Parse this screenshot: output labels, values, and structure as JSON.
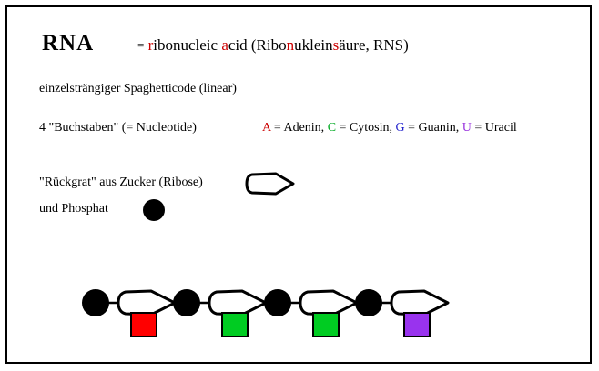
{
  "document": {
    "heading": {
      "title": "RNA",
      "equals": "=",
      "expansion_parts": [
        {
          "text": "r",
          "highlight": true
        },
        {
          "text": "ibonucleic ",
          "highlight": false
        },
        {
          "text": "a",
          "highlight": true
        },
        {
          "text": "cid (Ribo",
          "highlight": false
        },
        {
          "text": "n",
          "highlight": true
        },
        {
          "text": "uklein",
          "highlight": false
        },
        {
          "text": "s",
          "highlight": true
        },
        {
          "text": "äure, RNS)",
          "highlight": false
        }
      ],
      "expansion_plain": "= ribonucleic acid (Ribonukleinsäure, RNS)",
      "highlight_color": "#cc0000"
    },
    "lines": {
      "strand_type": "einzelsträngiger Spaghetticode (linear)",
      "letters_label": "4 \"Buchstaben\" (= Nucleotide)",
      "backbone_label": "\"Rückgrat\" aus Zucker (Ribose)",
      "phosphate_label": "und Phosphat"
    },
    "bases": [
      {
        "letter": "A",
        "name": "Adenin",
        "color": "#cc0000",
        "separator": ", "
      },
      {
        "letter": "C",
        "name": "Cytosin",
        "color": "#00aa22",
        "separator": ", "
      },
      {
        "letter": "G",
        "name": "Guanin",
        "color": "#2222cc",
        "separator": ", "
      },
      {
        "letter": "U",
        "name": "Uracil",
        "color": "#9933dd",
        "separator": ""
      }
    ],
    "bases_line_plain": "A = Adenin, C = Cytosin, G = Guanin, U = Uracil",
    "legend": {
      "ribose_shape": "pentagon-ribose-glyph",
      "phosphate_shape": "filled-circle-glyph"
    },
    "strand_diagram": {
      "caption": "RNA backbone: alternating phosphate circles and ribose pentagons with attached bases",
      "unit_count": 4,
      "phosphate_count": 4,
      "units": [
        {
          "index": 1,
          "base_letter": "A",
          "base_color": "#ff0000"
        },
        {
          "index": 2,
          "base_letter": "C",
          "base_color": "#00cc22"
        },
        {
          "index": 3,
          "base_letter": "C",
          "base_color": "#00cc22"
        },
        {
          "index": 4,
          "base_letter": "U",
          "base_color": "#9933ee"
        }
      ]
    },
    "colors": {
      "background": "#ffffff",
      "border": "#000000",
      "text": "#000000",
      "phosphate_fill": "#000000",
      "ribose_fill": "#ffffff",
      "ribose_stroke": "#000000"
    }
  }
}
